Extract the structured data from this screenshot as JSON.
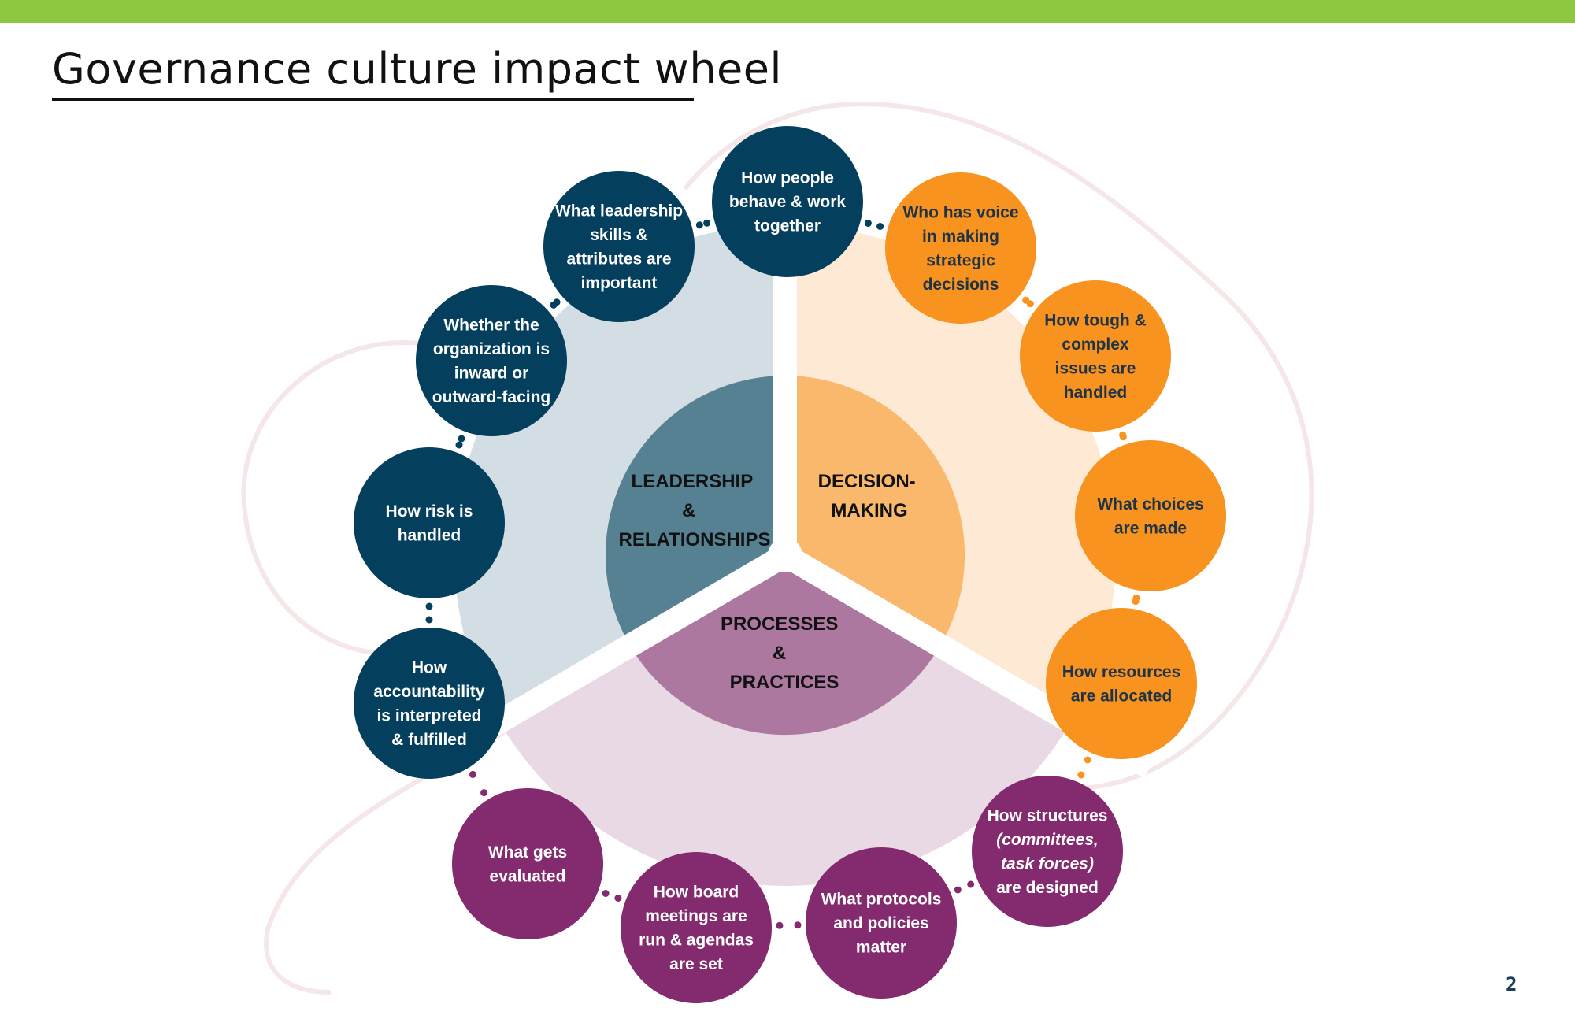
{
  "title": "Governance culture impact wheel",
  "page_number": "2",
  "colors": {
    "top_bar": "#8dc63f",
    "navy": "#053f5e",
    "orange": "#f7931e",
    "purple": "#832b6e",
    "leadership_outer": "#d3dde4",
    "leadership_inner": "#568193",
    "decision_outer": "#fde9d4",
    "decision_inner": "#f9b86b",
    "process_outer": "#e8d9e4",
    "process_inner": "#ad789f"
  },
  "center_labels": {
    "leadership": [
      "LEADERSHIP",
      "&",
      "RELATIONSHIPS"
    ],
    "decision": [
      "DECISION-",
      "MAKING"
    ],
    "processes": [
      "PROCESSES",
      "&",
      "PRACTICES"
    ]
  },
  "nodes": [
    {
      "id": "how-people-behave",
      "group": "leadership",
      "lines": [
        "How people",
        "behave & work",
        "together"
      ]
    },
    {
      "id": "leadership-skills",
      "group": "leadership",
      "lines": [
        "What leadership",
        "skills &",
        "attributes are",
        "important"
      ]
    },
    {
      "id": "inward-outward",
      "group": "leadership",
      "lines": [
        "Whether the",
        "organization is",
        "inward or",
        "outward-facing"
      ]
    },
    {
      "id": "risk-handled",
      "group": "leadership",
      "lines": [
        "How risk is",
        "handled"
      ]
    },
    {
      "id": "accountability",
      "group": "leadership",
      "lines": [
        "How",
        "accountability",
        "is interpreted",
        "& fulfilled"
      ]
    },
    {
      "id": "who-has-voice",
      "group": "decision",
      "lines": [
        "Who has voice",
        "in making",
        "strategic",
        "decisions"
      ]
    },
    {
      "id": "tough-issues",
      "group": "decision",
      "lines": [
        "How tough &",
        "complex",
        "issues are",
        "handled"
      ]
    },
    {
      "id": "choices-made",
      "group": "decision",
      "lines": [
        "What choices",
        "are made"
      ]
    },
    {
      "id": "resources-allocated",
      "group": "decision",
      "lines": [
        "How resources",
        "are allocated"
      ]
    },
    {
      "id": "structures-designed",
      "group": "processes",
      "lines": [
        "How structures",
        "(committees,",
        "task forces)",
        "are designed"
      ]
    },
    {
      "id": "protocols-policies",
      "group": "processes",
      "lines": [
        "What protocols",
        "and policies",
        "matter"
      ]
    },
    {
      "id": "board-meetings",
      "group": "processes",
      "lines": [
        "How board",
        "meetings are",
        "run & agendas",
        "are set"
      ]
    },
    {
      "id": "what-evaluated",
      "group": "processes",
      "lines": [
        "What gets",
        "evaluated"
      ]
    }
  ]
}
